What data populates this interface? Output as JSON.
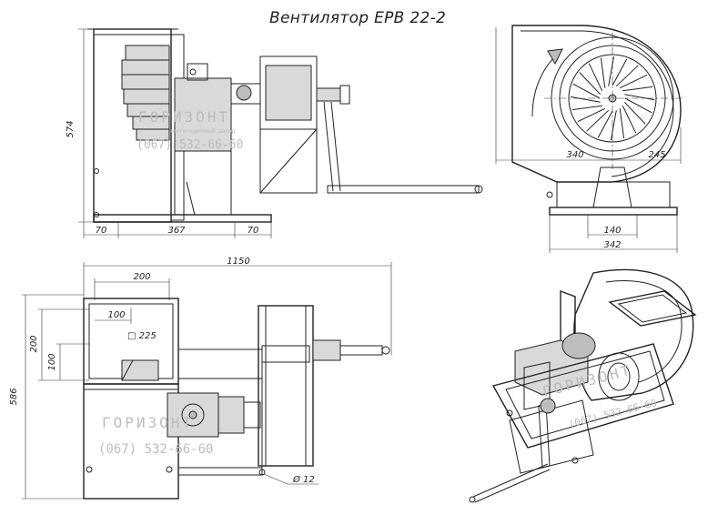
{
  "title": "Вентилятор ЕРВ 22-2",
  "views": {
    "side": {
      "height": "574",
      "flange_left": "70",
      "body_width": "367",
      "flange_right": "70"
    },
    "front": {
      "left_radius": "340",
      "right_radius": "245",
      "base_inner": "140",
      "base_outer": "342"
    },
    "top": {
      "total_length": "1150",
      "outlet_width": "200",
      "outlet_half": "100",
      "outlet_square": "□ 225",
      "outlet_height": "200",
      "outlet_height_half": "100",
      "total_height": "586",
      "hole_diameter": "Ø 12"
    }
  },
  "watermark": {
    "brand": "ГОРИЗОНТ",
    "subtitle": "вентиляционный завод",
    "phone": "(067) 532-66-60"
  }
}
